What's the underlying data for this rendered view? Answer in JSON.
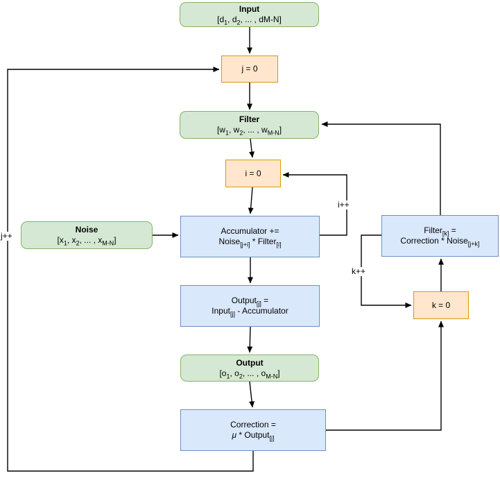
{
  "diagram": {
    "type": "flowchart",
    "description": "Adaptive filter noise cancellation algorithm flowchart",
    "colors": {
      "green_fill": "#d5e8d4",
      "green_border": "#82b366",
      "orange_fill": "#ffe6cc",
      "orange_border": "#d79b00",
      "blue_fill": "#dae8fc",
      "blue_border": "#6c8ebf",
      "line": "#000000",
      "background": "#ffffff"
    },
    "nodes": {
      "input": {
        "title": "Input",
        "formula": [
          [
            {
              "t": "[d"
            },
            {
              "t": "1",
              "s": 1
            },
            {
              "t": ", d"
            },
            {
              "t": "2",
              "s": 1
            },
            {
              "t": ", ... , dM-N]"
            }
          ]
        ]
      },
      "j0": {
        "label": "j = 0"
      },
      "filter": {
        "title": "Filter",
        "formula": [
          [
            {
              "t": "[w"
            },
            {
              "t": "1",
              "s": 1
            },
            {
              "t": ", w"
            },
            {
              "t": "2",
              "s": 1
            },
            {
              "t": ", ... , w"
            },
            {
              "t": "M-N",
              "s": 1
            },
            {
              "t": "]"
            }
          ]
        ]
      },
      "i0": {
        "label": "i = 0"
      },
      "noise": {
        "title": "Noise",
        "formula": [
          [
            {
              "t": "[x"
            },
            {
              "t": "1",
              "s": 1
            },
            {
              "t": ", x"
            },
            {
              "t": "2",
              "s": 1
            },
            {
              "t": ", ... , x"
            },
            {
              "t": "M-N",
              "s": 1
            },
            {
              "t": "]"
            }
          ]
        ]
      },
      "accumulator": {
        "formula": [
          [
            {
              "t": "Accumulator +="
            }
          ],
          [
            {
              "t": "Noise"
            },
            {
              "t": "[j+i]",
              "s": 1
            },
            {
              "t": " * Filter"
            },
            {
              "t": "[i]",
              "s": 1
            }
          ]
        ]
      },
      "output_j": {
        "formula": [
          [
            {
              "t": "Output"
            },
            {
              "t": "[j]",
              "s": 1
            },
            {
              "t": " ="
            }
          ],
          [
            {
              "t": "Input"
            },
            {
              "t": "[j]",
              "s": 1
            },
            {
              "t": " - Accumulator"
            }
          ]
        ]
      },
      "output": {
        "title": "Output",
        "formula": [
          [
            {
              "t": "[o"
            },
            {
              "t": "1",
              "s": 1
            },
            {
              "t": ", o"
            },
            {
              "t": "2",
              "s": 1
            },
            {
              "t": ", ... , o"
            },
            {
              "t": "M-N",
              "s": 1
            },
            {
              "t": "]"
            }
          ]
        ]
      },
      "correction": {
        "formula": [
          [
            {
              "t": "Correction ="
            }
          ],
          [
            {
              "t": "μ",
              "i": 1
            },
            {
              "t": " * Output"
            },
            {
              "t": "[j]",
              "s": 1
            }
          ]
        ]
      },
      "filter_k": {
        "formula": [
          [
            {
              "t": "Filter"
            },
            {
              "t": "[k]",
              "s": 1
            },
            {
              "t": " ="
            }
          ],
          [
            {
              "t": "Correction * Noise"
            },
            {
              "t": "[j+k]",
              "s": 1
            }
          ]
        ]
      },
      "k0": {
        "label": "k = 0"
      }
    },
    "edge_labels": {
      "j_inc": "j++",
      "i_inc": "i++",
      "k_inc": "k++"
    }
  }
}
